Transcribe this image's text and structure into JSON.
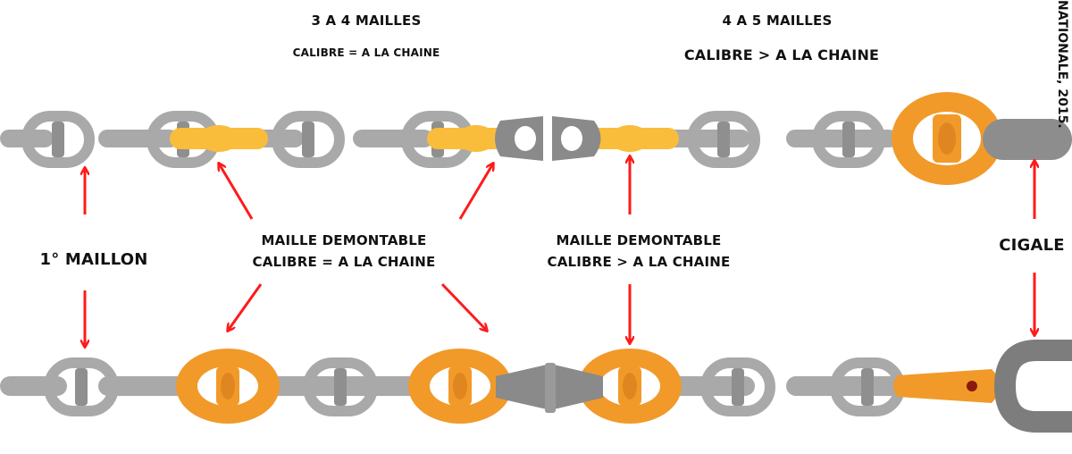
{
  "header": {
    "left_title": "3 A 4 MAILLES",
    "left_subtitle": "CALIBRE = A LA CHAINE",
    "right_title": "4 A 5 MAILLES",
    "right_subtitle": "CALIBRE > A LA CHAINE"
  },
  "labels": {
    "first_link": "1° MAILLON",
    "detachable_equal_line1": "MAILLE DEMONTABLE",
    "detachable_equal_line2": "CALIBRE = A LA CHAINE",
    "detachable_greater_line1": "MAILLE DEMONTABLE",
    "detachable_greater_line2": "CALIBRE > A LA CHAINE",
    "shackle": "CIGALE"
  },
  "credit": "NATIONALE, 2015.",
  "colors": {
    "chain_gray": "#a9a9a9",
    "chain_dark": "#7d7d7d",
    "link_orange": "#f19a2a",
    "link_yellow": "#f9bd3b",
    "arrow_red": "#ff1a1a",
    "text": "#111111"
  }
}
